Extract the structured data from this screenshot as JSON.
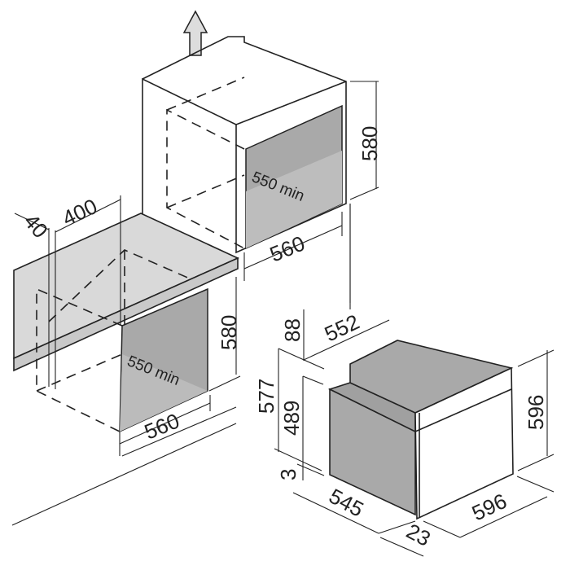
{
  "labels": {
    "counter_thickness": "40",
    "counter_depth": "400",
    "upper_height": "580",
    "upper_min_depth": "550 min",
    "upper_width": "560",
    "lower_height": "580",
    "lower_min_depth": "550 min",
    "lower_width": "560",
    "oven_top_step": "88",
    "oven_top_depth": "552",
    "oven_body_height": "577",
    "oven_side_height": "489",
    "oven_bottom_gap": "3",
    "oven_depth": "545",
    "oven_front_thickness": "23",
    "oven_front_height": "596",
    "oven_front_width": "596"
  },
  "colors": {
    "fill_gray": "#a9a9a9",
    "light_gray": "#cfcfcf",
    "counter_gray": "#d9d9d9",
    "line": "#222222"
  }
}
